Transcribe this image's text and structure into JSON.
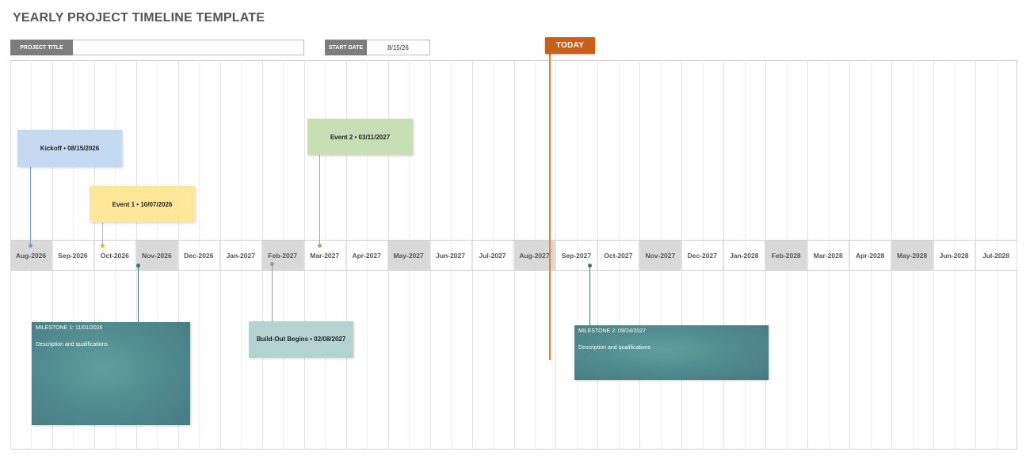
{
  "header": {
    "title": "YEARLY PROJECT TIMELINE TEMPLATE",
    "project_title_label": "PROJECT TITLE",
    "project_title_value": "",
    "start_date_label": "START DATE",
    "start_date_value": "8/15/26"
  },
  "today_label": "TODAY",
  "months": [
    {
      "label": "Aug-2026",
      "shaded": true
    },
    {
      "label": "Sep-2026",
      "shaded": false
    },
    {
      "label": "Oct-2026",
      "shaded": false
    },
    {
      "label": "Nov-2026",
      "shaded": true
    },
    {
      "label": "Dec-2026",
      "shaded": false
    },
    {
      "label": "Jan-2027",
      "shaded": false
    },
    {
      "label": "Feb-2027",
      "shaded": true
    },
    {
      "label": "Mar-2027",
      "shaded": false
    },
    {
      "label": "Apr-2027",
      "shaded": false
    },
    {
      "label": "May-2027",
      "shaded": true
    },
    {
      "label": "Jun-2027",
      "shaded": false
    },
    {
      "label": "Jul-2027",
      "shaded": false
    },
    {
      "label": "Aug-2027",
      "shaded": true
    },
    {
      "label": "Sep-2027",
      "shaded": false
    },
    {
      "label": "Oct-2027",
      "shaded": false
    },
    {
      "label": "Nov-2027",
      "shaded": true
    },
    {
      "label": "Dec-2027",
      "shaded": false
    },
    {
      "label": "Jan-2028",
      "shaded": false
    },
    {
      "label": "Feb-2028",
      "shaded": true
    },
    {
      "label": "Mar-2028",
      "shaded": false
    },
    {
      "label": "Apr-2028",
      "shaded": false
    },
    {
      "label": "May-2028",
      "shaded": true
    },
    {
      "label": "Jun-2028",
      "shaded": false
    },
    {
      "label": "Jul-2028",
      "shaded": false
    }
  ],
  "events": {
    "kickoff": {
      "label": "Kickoff • 08/15/2026",
      "color": "#c5d9f1"
    },
    "event1": {
      "label": "Event 1 • 10/07/2026",
      "color": "#ffe699"
    },
    "event2": {
      "label": "Event 2 • 03/11/2027",
      "color": "#c6e0b4"
    },
    "buildout": {
      "label": "Build-Out Begins • 02/08/2027",
      "color": "#b4d3d0"
    }
  },
  "milestones": {
    "m1": {
      "title": "MILESTONE 1: 11/01/2026",
      "description": "Description and qualifications"
    },
    "m2": {
      "title": "MILESTONE 2: 09/24/2027",
      "description": "Description and qualifications"
    }
  },
  "colors": {
    "today": "#c9601a",
    "today_line": "#e87f32",
    "milestone": "#4f8a8e"
  }
}
